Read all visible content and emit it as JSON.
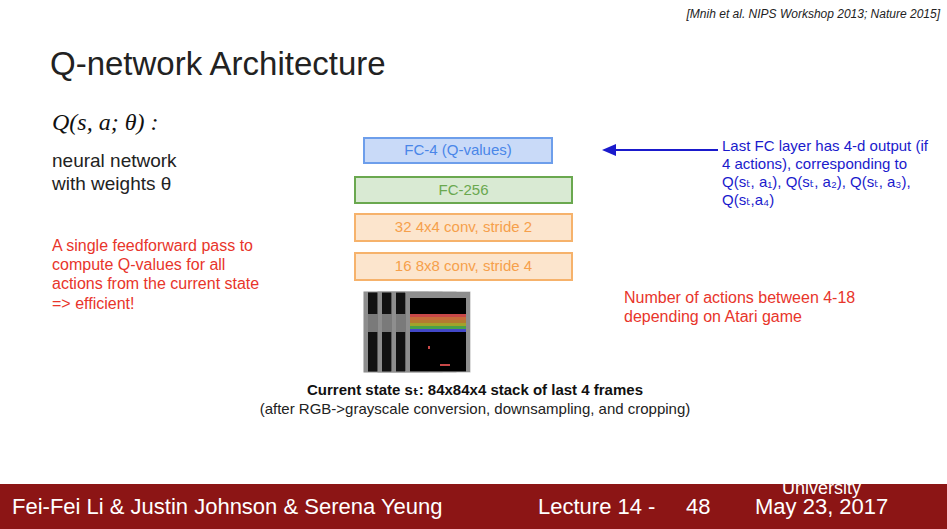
{
  "diagram": {
    "title": "Q-network Architecture",
    "nodes": [
      {
        "text": [
          "FC-4 (Q-values)"
        ]
      },
      {
        "text": [
          "FC-256"
        ]
      },
      {
        "text": [
          "32 4x4 conv, stride 2"
        ]
      },
      {
        "text": [
          "16 8x8 conv, stride 4"
        ]
      }
    ],
    "labels": [
      "[Mnih et al. NIPS Workshop 2013; Nature 2015]",
      "Q(s, a; θ) :",
      "neural network with weights θ",
      "A single feedforward pass to compute Q-values for all actions from the current state => efficient!",
      "Last FC layer has 4-d output (if 4 actions), corresponding to Q(sₜ, a₁), Q(sₜ, a₂), Q(sₜ, a₃), Q(sₜ,a₄)",
      "Number of actions between 4-18 depending on Atari game",
      "Current state sₜ: 84x84x4 stack of last 4 frames",
      "(after RGB->grayscale conversion, downsampling, and cropping)",
      "Fei-Fei Li & Justin Johnson & Serena Yeung",
      "Lecture 14 -",
      "48",
      "May 23, 2017",
      "University"
    ]
  }
}
